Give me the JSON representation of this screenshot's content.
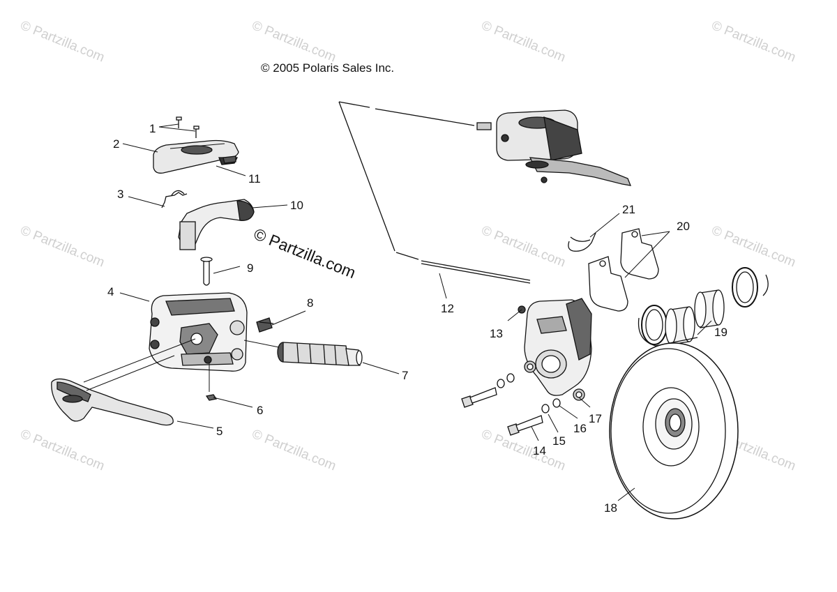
{
  "copyright": "© 2005 Polaris Sales Inc.",
  "watermark": "© Partzilla.com",
  "watermark_small": "© Partzilla.com",
  "callouts": [
    "1",
    "2",
    "3",
    "4",
    "5",
    "6",
    "7",
    "8",
    "9",
    "10",
    "11",
    "12",
    "13",
    "14",
    "15",
    "16",
    "17",
    "18",
    "19",
    "20",
    "21"
  ]
}
